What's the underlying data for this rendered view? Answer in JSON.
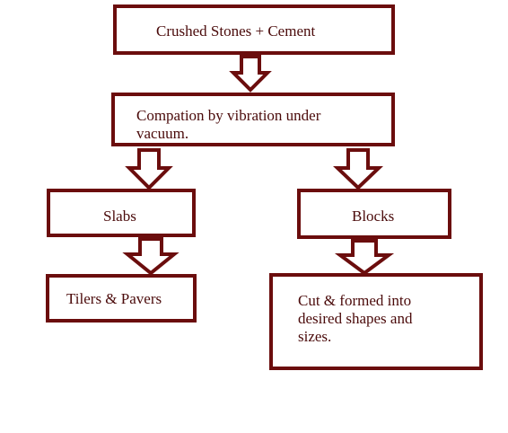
{
  "diagram": {
    "nodes": {
      "crushed": "Crushed Stones + Cement",
      "compaction": "Compation by vibration under vacuum.",
      "slabs": "Slabs",
      "blocks": "Blocks",
      "tilers": "Tilers & Pavers",
      "cut": "Cut & formed into desired shapes and sizes."
    },
    "edges": [
      [
        "crushed",
        "compaction"
      ],
      [
        "compaction",
        "slabs"
      ],
      [
        "compaction",
        "blocks"
      ],
      [
        "slabs",
        "tilers"
      ],
      [
        "blocks",
        "cut"
      ]
    ],
    "colors": {
      "border": "#6b0d0d",
      "text": "#4a0a0a"
    }
  }
}
